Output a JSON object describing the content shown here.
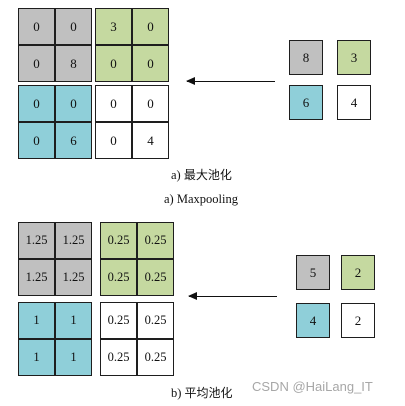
{
  "max_pooling": {
    "input_blocks": [
      {
        "color": "gray",
        "cells": [
          "0",
          "0",
          "0",
          "8"
        ]
      },
      {
        "color": "green",
        "cells": [
          "3",
          "0",
          "0",
          "0"
        ]
      },
      {
        "color": "blue",
        "cells": [
          "0",
          "0",
          "0",
          "6"
        ]
      },
      {
        "color": "white",
        "cells": [
          "0",
          "0",
          "0",
          "4"
        ]
      }
    ],
    "pooled": [
      "8",
      "3",
      "6",
      "4"
    ],
    "caption_prefix": "a)",
    "caption_cn": "最大池化",
    "caption_en": "a) Maxpooling"
  },
  "avg_pooling": {
    "input_blocks": [
      {
        "color": "gray",
        "cells": [
          "1.25",
          "1.25",
          "1.25",
          "1.25"
        ]
      },
      {
        "color": "green",
        "cells": [
          "0.25",
          "0.25",
          "0.25",
          "0.25"
        ]
      },
      {
        "color": "blue",
        "cells": [
          "1",
          "1",
          "1",
          "1"
        ]
      },
      {
        "color": "white",
        "cells": [
          "0.25",
          "0.25",
          "0.25",
          "0.25"
        ]
      }
    ],
    "pooled": [
      "5",
      "2",
      "4",
      "2"
    ],
    "caption_prefix": "b)",
    "caption_cn": "平均池化"
  },
  "watermark": "CSDN @HaiLang_IT",
  "colors": {
    "gray": "#c0c0c0",
    "green": "#c5d9a0",
    "blue": "#8fcfd9",
    "white": "#ffffff"
  }
}
